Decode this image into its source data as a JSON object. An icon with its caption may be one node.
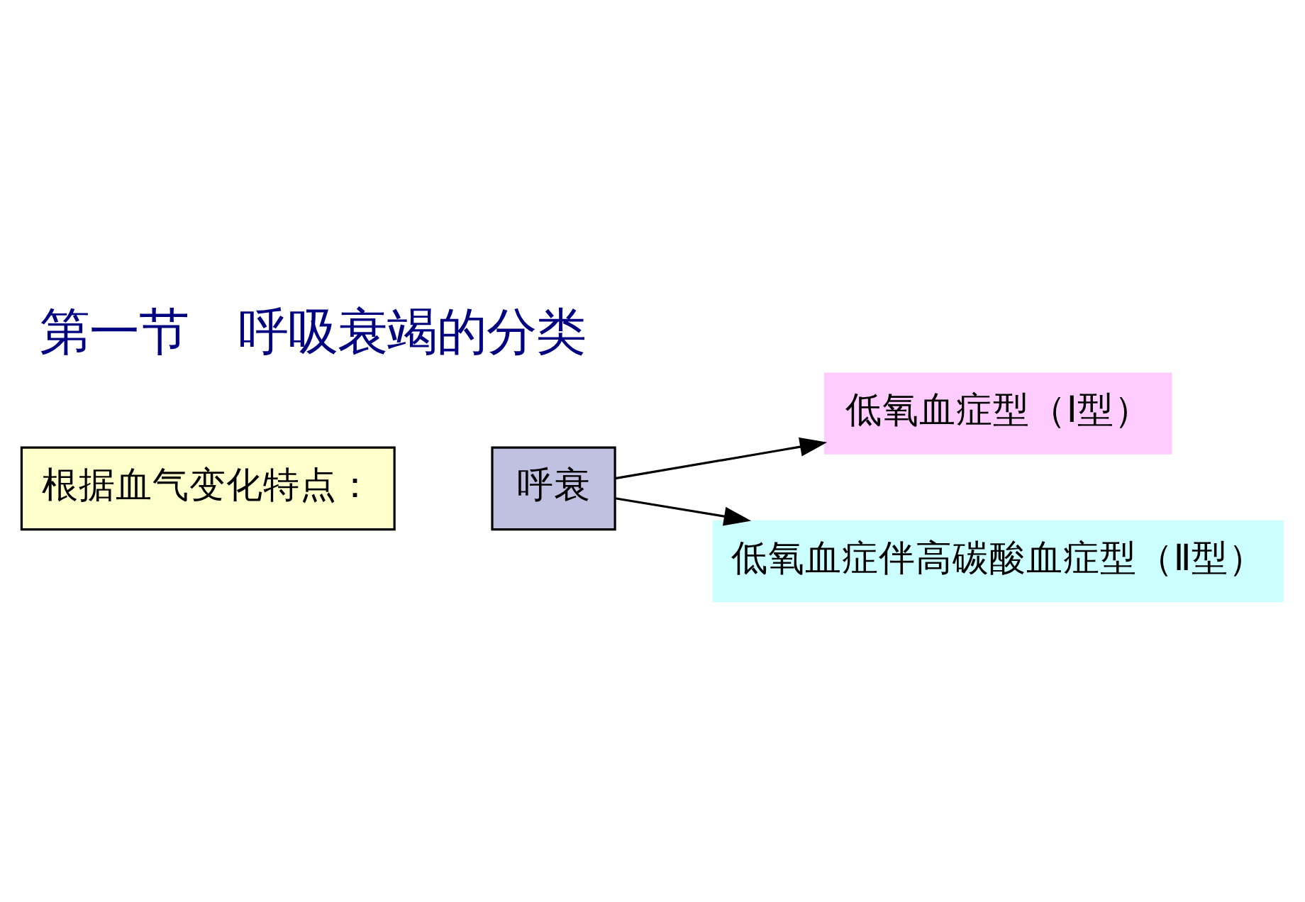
{
  "diagram": {
    "title": "第一节　呼吸衰竭的分类",
    "nodes": [
      {
        "text": [
          "根据血气变化特点："
        ]
      },
      {
        "text": [
          "呼衰"
        ]
      },
      {
        "text": [
          "低氧血症型（Ⅰ型）"
        ]
      },
      {
        "text": [
          "低氧血症伴高碳酸血症型（Ⅱ型）"
        ]
      }
    ],
    "edges": [
      {
        "from": 1,
        "to": 2,
        "arrow": "to"
      },
      {
        "from": 1,
        "to": 3,
        "arrow": "to"
      }
    ]
  }
}
